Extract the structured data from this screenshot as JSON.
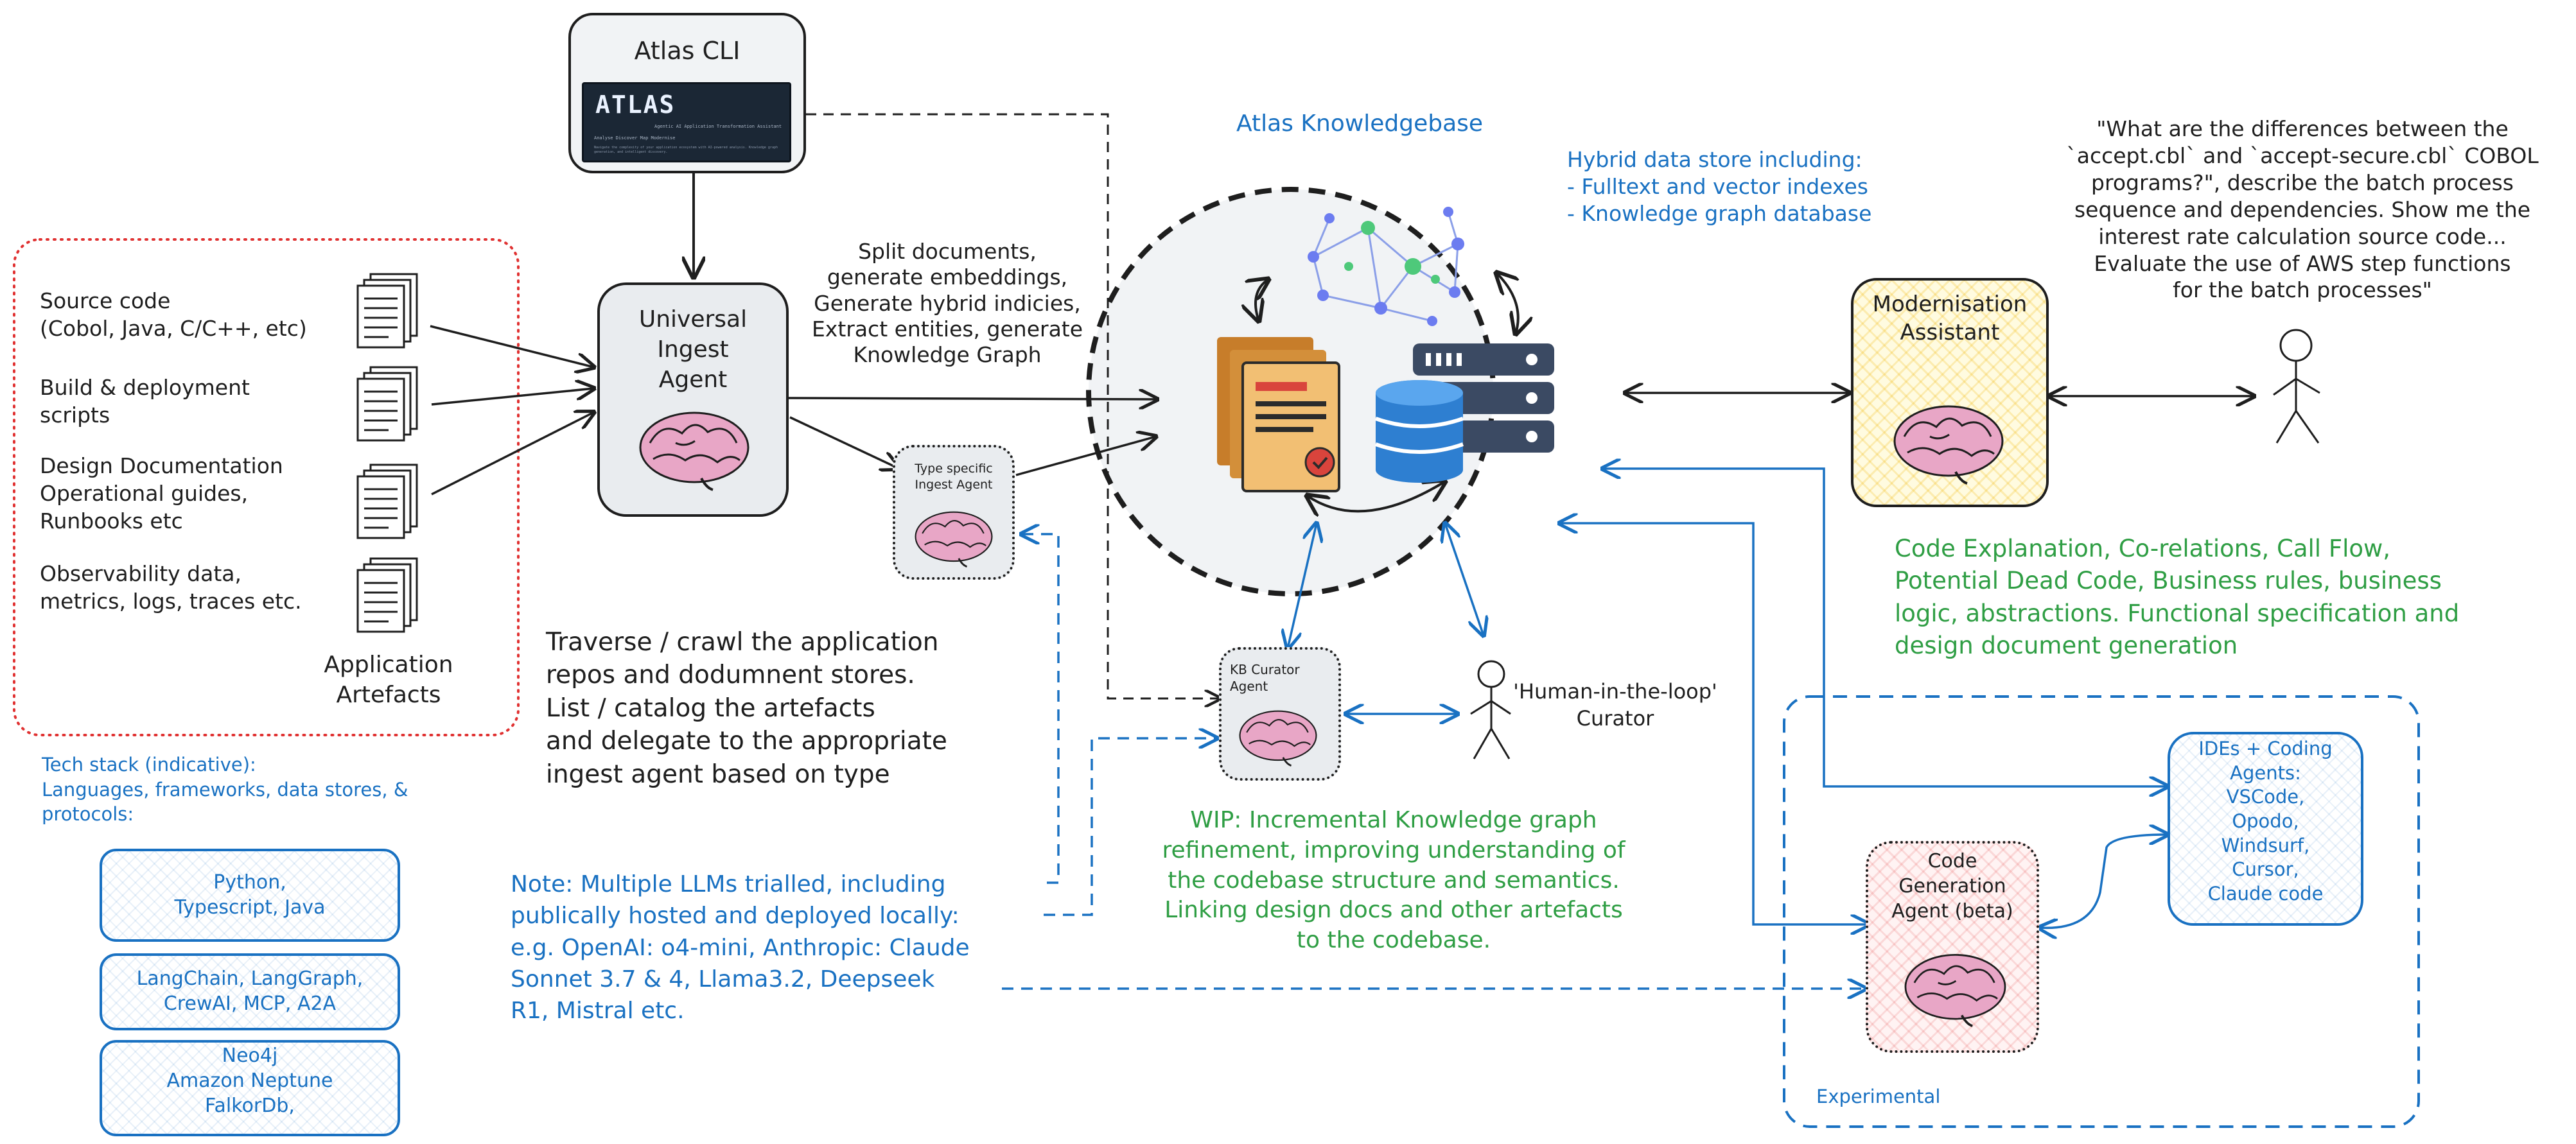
{
  "atlas_cli": {
    "title": "Atlas CLI",
    "screen_logo": "ATLAS",
    "screen_line1": "Agentic AI Application Transformation Assistant",
    "screen_line2": "Analyse  Discover  Map  Modernise",
    "screen_line3": "Navigate the complexity of your application ecosystem with AI-powered analysis. Knowledge graph generation, and intelligent discovery."
  },
  "artefacts": {
    "items": [
      "Source code\n(Cobol, Java, C/C++, etc)",
      "Build & deployment\nscripts",
      "Design Documentation\nOperational guides,\nRunbooks etc",
      "Observability data,\nmetrics, logs, traces etc."
    ],
    "caption": "Application\nArtefacts"
  },
  "universal_agent": {
    "label": "Universal\nIngest\nAgent"
  },
  "type_agent": {
    "label": "Type specific\nIngest Agent"
  },
  "ingest_steps": "Split documents,\ngenerate embeddings,\nGenerate hybrid indicies,\nExtract entities, generate\nKnowledge Graph",
  "knowledgebase": {
    "title": "Atlas Knowledgebase",
    "store_note": "Hybrid data store including:\n- Fulltext and vector indexes\n- Knowledge graph database"
  },
  "kb_curator": {
    "label": "KB Curator\nAgent"
  },
  "human_curator": {
    "label": "'Human-in-the-loop'\nCurator"
  },
  "traverse_note": "Traverse / crawl the application\nrepos and dodumnent stores.\nList / catalog the artefacts\nand delegate to the appropriate\ningest agent based on type",
  "wip_note": "WIP: Incremental Knowledge graph\nrefinement, improving understanding of\nthe codebase structure and semantics.\nLinking design docs and other artefacts\nto the codebase.",
  "llm_note": "Note: Multiple LLMs trialled, including\npublically hosted and deployed locally:\ne.g. OpenAI: o4-mini, Anthropic: Claude\nSonnet 3.7 & 4, Llama3.2, Deepseek\nR1, Mistral etc.",
  "tech_stack": {
    "title": "Tech stack (indicative):\nLanguages, frameworks, data stores, &\nprotocols:",
    "items": [
      "Python,\nTypescript, Java",
      "LangChain, LangGraph,\nCrewAI, MCP, A2A",
      "Neo4j\nAmazon Neptune\nFalkorDb,"
    ]
  },
  "modernisation": {
    "label": "Modernisation\nAssistant"
  },
  "user_query": "\"What are the differences between the\n`accept.cbl` and `accept-secure.cbl` COBOL\nprograms?\", describe the batch process\nsequence and dependencies. Show me the\ninterest rate calculation source code...\nEvaluate the use of AWS step functions\nfor the batch processes\"",
  "capabilities": "Code Explanation, Co-relations, Call Flow,\nPotential Dead Code, Business rules, business\nlogic, abstractions. Functional specification and\ndesign document generation",
  "experimental": {
    "label": "Experimental",
    "code_gen": "Code\nGeneration\nAgent (beta)",
    "ides": "IDEs + Coding\nAgents:\nVSCode,\nOpodo,\nWindsurf,\nCursor,\nClaude code"
  },
  "colors": {
    "ink": "#1e1e1e",
    "blue": "#1971c2",
    "green": "#2f9e44",
    "red_dotted": "#e03131",
    "brain_pink": "#e8a6c6",
    "kb_fill": "#f1f3f5"
  }
}
